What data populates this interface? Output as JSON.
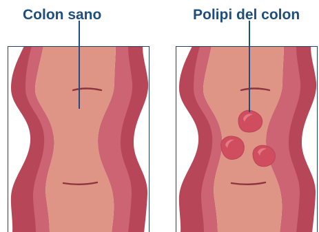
{
  "panels": [
    {
      "title": "Colon sano",
      "polyp_count": 0
    },
    {
      "title": "Polipi del colon",
      "polyp_count": 3
    }
  ],
  "colors": {
    "title_text": "#1f4e7e",
    "pointer_line": "#1f4e7e",
    "frame": "#1f3f66",
    "lumen": "#df9585",
    "wall_outer": "#b74658",
    "wall_inner": "#cc6473",
    "fold": "#8e3340",
    "polyp_fill": "#d04d5f",
    "polyp_highlight": "#e47a86"
  }
}
